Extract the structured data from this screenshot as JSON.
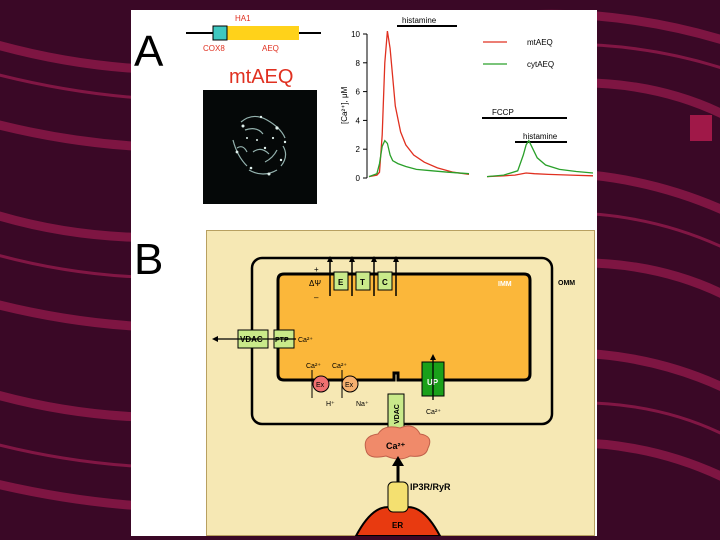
{
  "panels": {
    "a_label": "A",
    "b_label": "B"
  },
  "gene": {
    "top_label": "HA1",
    "left_label": "COX8",
    "right_label": "AEQ"
  },
  "image_title": "mtAEQ",
  "colors": {
    "mt_series": "#e03020",
    "cyt_series": "#2aa02a",
    "matrix": "#fbb73a",
    "ca_cloud": "#f08a6a",
    "er": "#e83a10",
    "green_box": "#c9ea8a",
    "up_box": "#1aa01a"
  },
  "chart_data": {
    "type": "line",
    "ylabel": "[Ca²⁺], μM",
    "ylim": [
      0,
      10
    ],
    "yticks": [
      0,
      2,
      4,
      6,
      8,
      10
    ],
    "annotations": {
      "histamine_1": "histamine",
      "fccp": "FCCP",
      "histamine_2": "histamine"
    },
    "series": [
      {
        "name": "mtAEQ",
        "color": "#e03020",
        "segment1": [
          [
            0,
            0.1
          ],
          [
            3,
            0.2
          ],
          [
            4,
            0.4
          ],
          [
            5,
            3
          ],
          [
            6,
            8
          ],
          [
            7,
            10.2
          ],
          [
            8,
            9
          ],
          [
            9,
            7
          ],
          [
            10,
            5
          ],
          [
            12,
            3.2
          ],
          [
            14,
            2.3
          ],
          [
            17,
            1.6
          ],
          [
            21,
            1.1
          ],
          [
            26,
            0.7
          ],
          [
            32,
            0.4
          ],
          [
            38,
            0.25
          ]
        ],
        "segment2": [
          [
            52,
            0.1
          ],
          [
            58,
            0.15
          ],
          [
            62,
            0.2
          ],
          [
            66,
            0.35
          ],
          [
            69,
            0.3
          ],
          [
            74,
            0.25
          ],
          [
            82,
            0.2
          ],
          [
            90,
            0.15
          ]
        ]
      },
      {
        "name": "cytAEQ",
        "color": "#2aa02a",
        "segment1": [
          [
            0,
            0.1
          ],
          [
            3,
            0.3
          ],
          [
            4,
            1
          ],
          [
            5,
            2.2
          ],
          [
            6,
            2.6
          ],
          [
            7,
            2.4
          ],
          [
            8,
            1.6
          ],
          [
            9,
            1.2
          ],
          [
            11,
            1
          ],
          [
            14,
            0.8
          ],
          [
            18,
            0.6
          ],
          [
            24,
            0.5
          ],
          [
            30,
            0.4
          ],
          [
            38,
            0.3
          ]
        ],
        "segment2": [
          [
            52,
            0.1
          ],
          [
            58,
            0.2
          ],
          [
            63,
            0.5
          ],
          [
            65,
            1.6
          ],
          [
            66,
            2.3
          ],
          [
            67,
            2.6
          ],
          [
            68,
            2.2
          ],
          [
            70,
            1.4
          ],
          [
            73,
            0.9
          ],
          [
            78,
            0.6
          ],
          [
            84,
            0.45
          ],
          [
            90,
            0.35
          ]
        ]
      }
    ]
  },
  "diagram": {
    "omm": "OMM",
    "imm": "IMM",
    "psi_plus": "+",
    "psi": "ΔΨ",
    "psi_minus": "–",
    "etc": [
      "E",
      "T",
      "C"
    ],
    "vdac_left": "VDAC",
    "ptp": "PTP",
    "ca_ptp": "Ca²⁺",
    "ex_ca_1": "Ca²⁺",
    "ex_ca_2": "Ca²⁺",
    "ex_1": "Ex",
    "ex_2": "Ex",
    "h_plus": "H⁺",
    "na_plus": "Na⁺",
    "up": "UP",
    "up_ca": "Ca²⁺",
    "vdac_bottom": "VDAC",
    "cloud_ca": "Ca²⁺",
    "channel": "IP3R/RyR",
    "er": "ER"
  }
}
